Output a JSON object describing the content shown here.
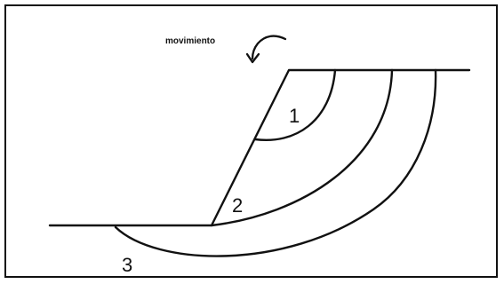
{
  "diagram": {
    "annotation": "movimiento",
    "labels": {
      "one": "1",
      "two": "2",
      "three": "3"
    },
    "colors": {
      "line": "#111111",
      "background": "#ffffff",
      "frame": "#111111"
    }
  }
}
